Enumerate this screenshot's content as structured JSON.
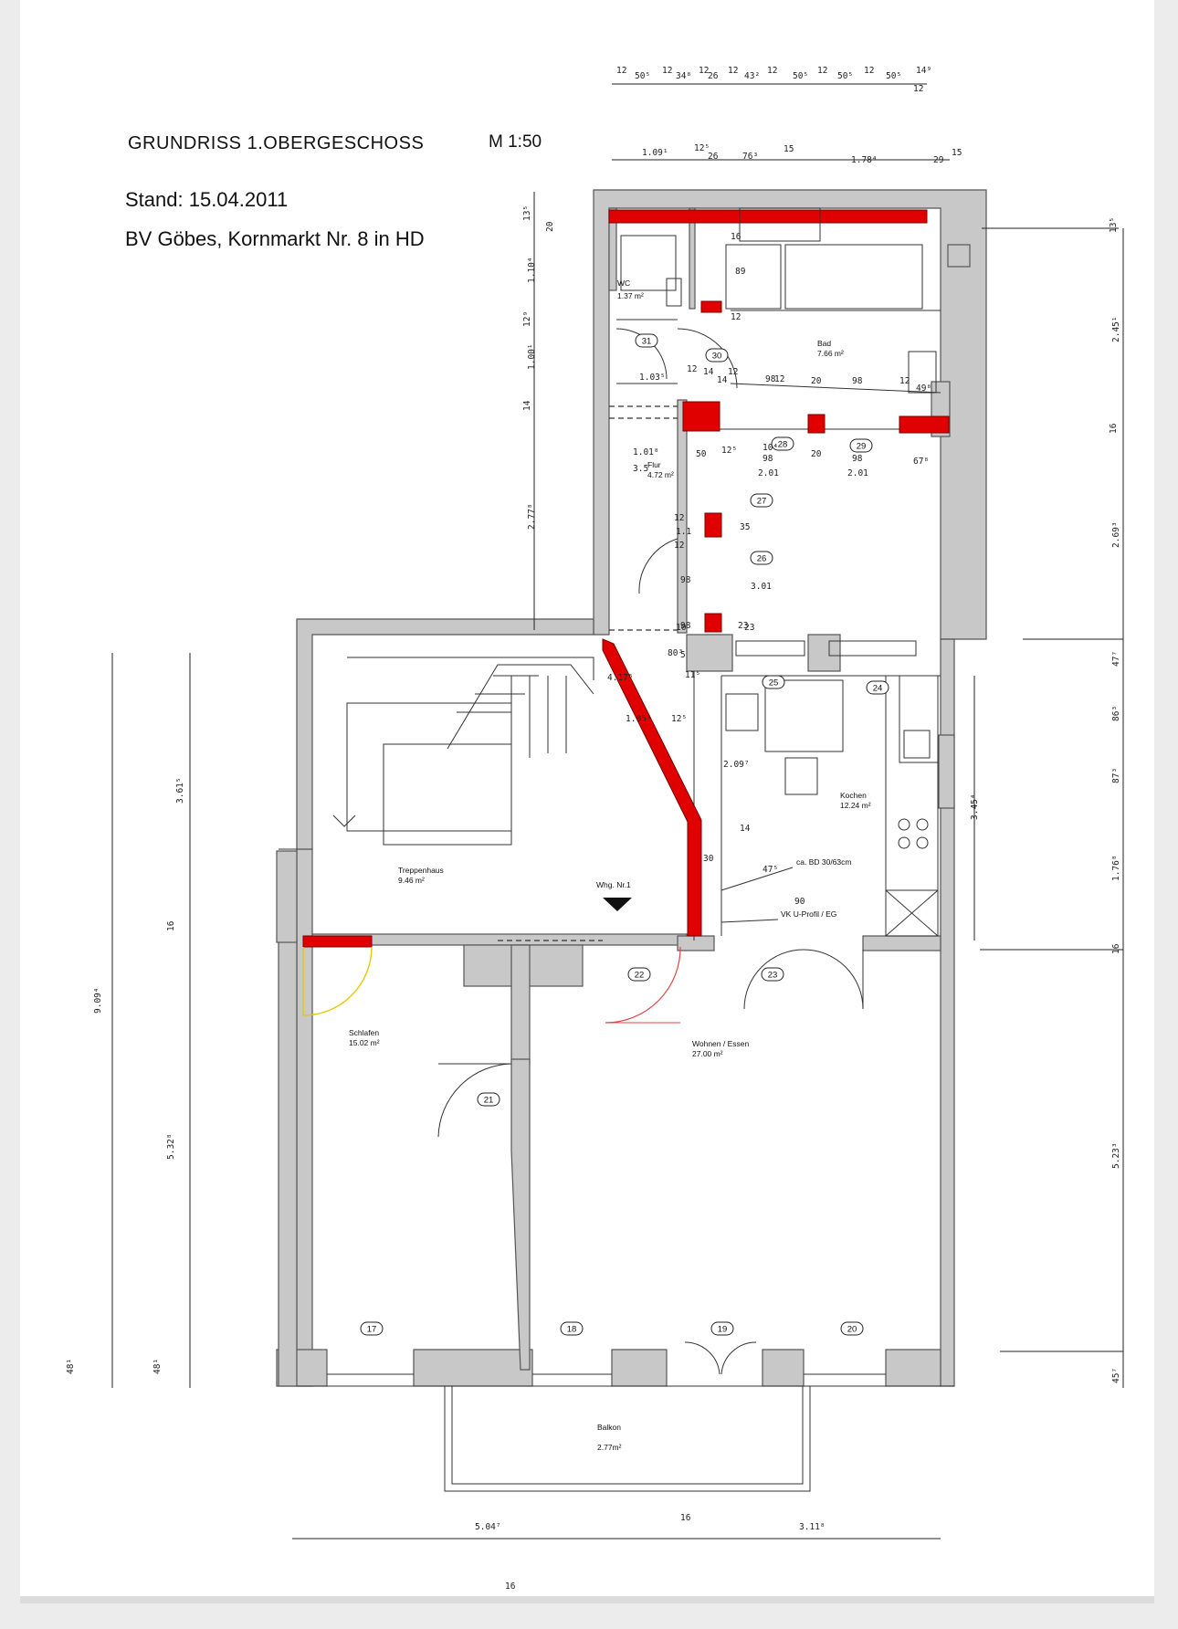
{
  "header": {
    "title": "GRUNDRISS  1.OBERGESCHOSS",
    "scale": "M 1:50",
    "stand": "Stand: 15.04.2011",
    "project": "BV Göbes, Kornmarkt Nr. 8 in HD"
  },
  "rooms": {
    "wc": {
      "name": "WC",
      "area": "1.37 m²"
    },
    "bad": {
      "name": "Bad",
      "area": "7.66 m²"
    },
    "flur": {
      "name": "Flur",
      "area": "4.72 m²"
    },
    "kochen": {
      "name": "Kochen",
      "area": "12.24 m²"
    },
    "treppenhaus": {
      "name": "Treppenhaus",
      "area": "9.46 m²"
    },
    "schlafen": {
      "name": "Schlafen",
      "area": "15.02 m²"
    },
    "wohnen": {
      "name": "Wohnen / Essen",
      "area": "27.00 m²"
    },
    "balkon": {
      "name": "Balkon",
      "area": "2.77m²"
    }
  },
  "notes": {
    "whg": "Whg. Nr.1",
    "beam": "ca. BD 30/63cm",
    "profile": "VK U-Profil / EG"
  },
  "badges": [
    "17",
    "18",
    "19",
    "20",
    "21",
    "22",
    "23",
    "24",
    "25",
    "26",
    "27",
    "28",
    "29",
    "30",
    "31"
  ],
  "dims": {
    "top": [
      "12",
      "50⁵",
      "12",
      "34⁸",
      "12",
      "26",
      "12",
      "43²",
      "12",
      "50⁵",
      "12",
      "50⁵",
      "12",
      "50⁵",
      "14⁹",
      "12"
    ],
    "top2": [
      "1.09¹",
      "12⁵",
      "26",
      "76³",
      "15",
      "1.78⁴",
      "29",
      "15"
    ],
    "left": [
      "13⁵",
      "20",
      "1.10⁴",
      "12⁹",
      "1.00¹",
      "14",
      "2.77⁸",
      "3.61⁵",
      "16",
      "5.32⁸",
      "48¹",
      "9.09⁴",
      "48¹"
    ],
    "right": [
      "13⁵",
      "2.45¹",
      "16",
      "2.69³",
      "47⁷",
      "86³",
      "87³",
      "3.45⁴",
      "1.76⁸",
      "16",
      "5.23³",
      "45⁷"
    ],
    "bottom": [
      "5.04⁷",
      "16",
      "3.11⁸",
      "16"
    ],
    "inner": [
      "1.03⁵",
      "12",
      "14",
      "12",
      "98",
      "20",
      "98",
      "12",
      "49⁸",
      "1.01⁸",
      "3.5",
      "50",
      "12⁵",
      "98",
      "20",
      "98",
      "67⁸",
      "2.01",
      "2.01",
      "12",
      "1.1",
      "12",
      "35",
      "98",
      "3.01",
      "98",
      "10",
      "23",
      "5",
      "11⁵",
      "4.17⁵",
      "80³",
      "12⁵",
      "1.05⁹",
      "2.09⁷",
      "14",
      "47⁵",
      "30",
      "90",
      "23",
      "89",
      "16",
      "12",
      "10⁴",
      "12",
      "14"
    ]
  }
}
